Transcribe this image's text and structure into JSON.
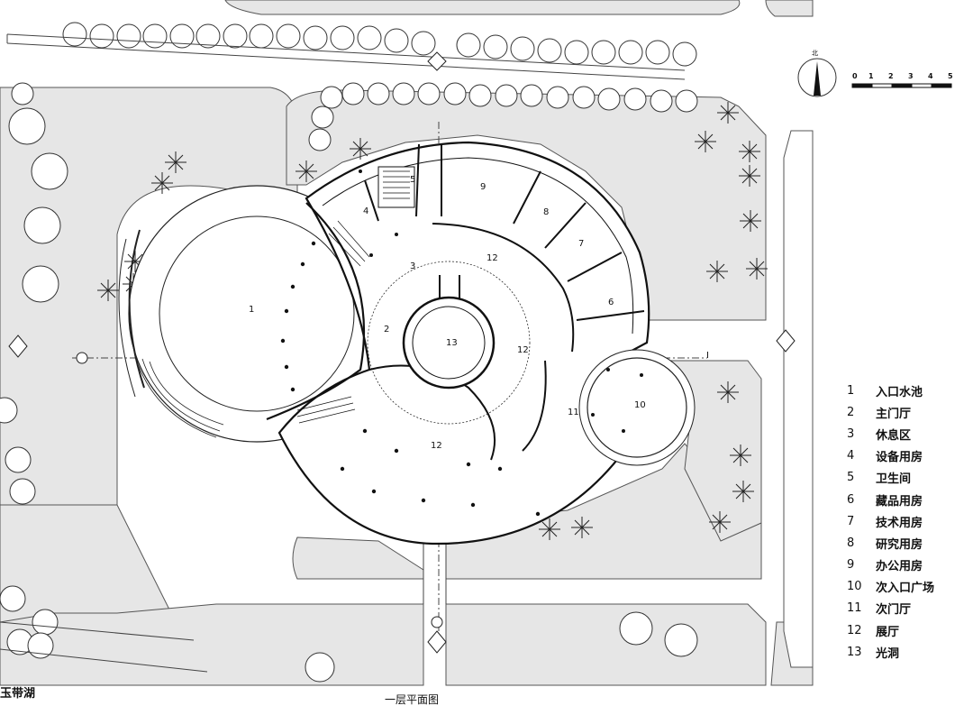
{
  "drawing": {
    "title": "一层平面图",
    "lake_label": "玉带湖",
    "north_label": "北",
    "scale_ticks": [
      "0",
      "1",
      "2",
      "3",
      "4",
      "5"
    ],
    "section_mark": "I"
  },
  "rooms": [
    {
      "num": "1",
      "name": "入口水池"
    },
    {
      "num": "2",
      "name": "主门厅"
    },
    {
      "num": "3",
      "name": "休息区"
    },
    {
      "num": "4",
      "name": "设备用房"
    },
    {
      "num": "5",
      "name": "卫生间"
    },
    {
      "num": "6",
      "name": "藏品用房"
    },
    {
      "num": "7",
      "name": "技术用房"
    },
    {
      "num": "8",
      "name": "研究用房"
    },
    {
      "num": "9",
      "name": "办公用房"
    },
    {
      "num": "10",
      "name": "次入口广场"
    },
    {
      "num": "11",
      "name": "次门厅"
    },
    {
      "num": "12",
      "name": "展厅"
    },
    {
      "num": "13",
      "name": "光洞"
    }
  ],
  "plan_labels": {
    "r1": "1",
    "r2": "2",
    "r3": "3",
    "r4": "4",
    "r5": "5",
    "r6": "6",
    "r7": "7",
    "r8": "8",
    "r9": "9",
    "r10": "10",
    "r11": "11",
    "r12a": "12",
    "r12b": "12",
    "r12c": "12",
    "r13": "13"
  },
  "colors": {
    "ground_gray": "#e6e6e6",
    "line": "#1a1a1a",
    "paper": "#ffffff"
  }
}
